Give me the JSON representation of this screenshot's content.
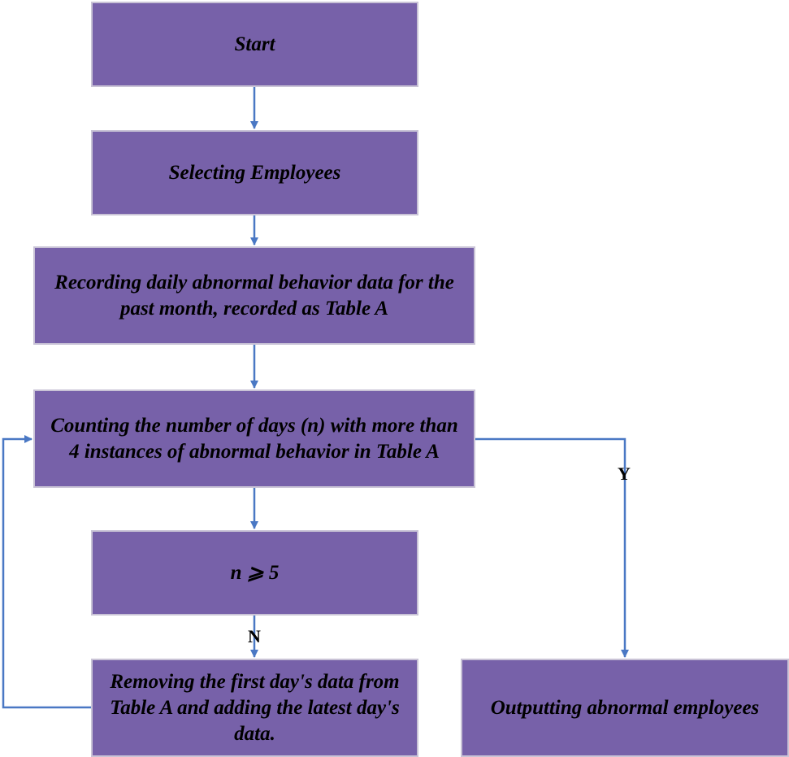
{
  "colors": {
    "node_fill": "#7761a9",
    "node_border": "#c9c3d6",
    "arrow": "#4a78c4",
    "text": "#000000"
  },
  "nodes": {
    "start": "Start",
    "select": "Selecting Employees",
    "record": "Recording daily abnormal behavior data for the past month, recorded as Table A",
    "count": "Counting the number of days (n) with more than 4 instances of abnormal behavior in Table A",
    "condition": "n ⩾ 5",
    "remove": "Removing the first day's data from Table A and adding the latest day's data.",
    "output": "Outputting abnormal employees"
  },
  "edge_labels": {
    "no": "N",
    "yes": "Y"
  }
}
